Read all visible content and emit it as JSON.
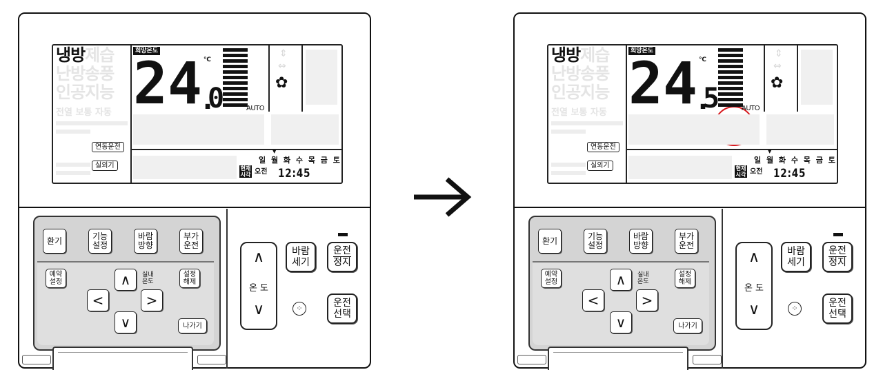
{
  "before": {
    "mode_label": "냉방",
    "ghost_rows": [
      "제습",
      "난방송풍",
      "인공지능"
    ],
    "ghost_row2": "전열 보통 자동",
    "hope_temp_label": "희망온도",
    "temp_unit": "℃",
    "temp_integer": "24",
    "temp_decimal": "0",
    "fan_label": "AUTO",
    "fan_level": 11,
    "link_button": "연동운전",
    "outdoor_button": "실외기",
    "days": "일 월 화 수 목 금 토",
    "now_badge": "현재시각",
    "ampm": "오전",
    "clock": "12:45"
  },
  "after": {
    "mode_label": "냉방",
    "ghost_rows": [
      "제습",
      "난방송풍",
      "인공지능"
    ],
    "ghost_row2": "전열 보통 자동",
    "hope_temp_label": "희망온도",
    "temp_unit": "℃",
    "temp_integer": "24",
    "temp_decimal": "5",
    "fan_label": "AUTO",
    "fan_level": 11,
    "link_button": "연동운전",
    "outdoor_button": "실외기",
    "days": "일 월 화 수 목 금 토",
    "now_badge": "현재시각",
    "ampm": "오전",
    "clock": "12:45",
    "highlight_color": "#d6161b"
  },
  "keys": {
    "ventilation": "환기",
    "function_setting": "기능\n설정",
    "wind_direction": "바람\n방향",
    "extra_operation": "부가\n운전",
    "reservation": "예약\n설정",
    "indoor_temp": "실내\n온도",
    "setting_cancel": "설정\n해제",
    "exit": "나가기",
    "arrow_up": "∧",
    "arrow_left": "<",
    "arrow_right": ">",
    "arrow_down": "∨",
    "temp_rocker_label": "온 도",
    "wind_strength": "바람\n세기",
    "run_stop_top": "운전",
    "run_stop_bottom": "정지",
    "run_select": "운전\n선택",
    "dots": "⁘"
  },
  "icons": {
    "fan_icon": "✿",
    "swing_up_down": "⇕",
    "swing_left_right": "⇔",
    "transition_arrow": "arrow-right-icon"
  }
}
